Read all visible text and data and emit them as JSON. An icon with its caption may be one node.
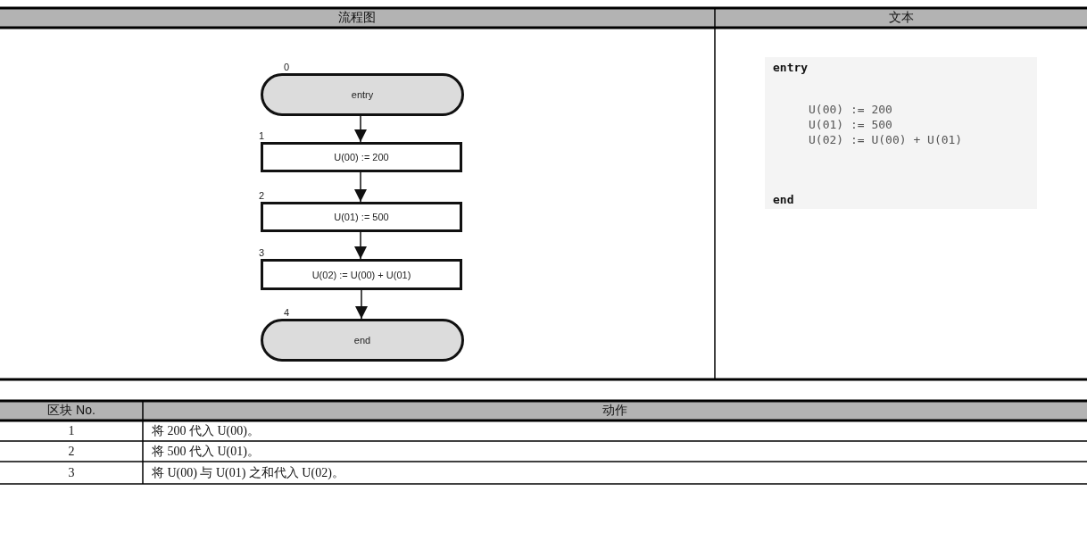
{
  "diagram": {
    "nodes": [
      {
        "text": [
          "entry"
        ],
        "beside": [
          "0"
        ]
      },
      {
        "text": [
          "U(00) := 200"
        ],
        "beside": [
          "1"
        ]
      },
      {
        "text": [
          "U(01) := 500"
        ],
        "beside": [
          "2"
        ]
      },
      {
        "text": [
          "U(02) := U(00) + U(01)"
        ],
        "beside": [
          "3"
        ]
      },
      {
        "text": [
          "end"
        ],
        "beside": [
          "4"
        ]
      }
    ],
    "edges": [
      {
        "from": 0,
        "to": 1,
        "arrow": "to"
      },
      {
        "from": 1,
        "to": 2,
        "arrow": "to"
      },
      {
        "from": 2,
        "to": 3,
        "arrow": "to"
      },
      {
        "from": 3,
        "to": 4,
        "arrow": "to"
      }
    ],
    "labels": [
      "流程图",
      "文本",
      "entry",
      "U(00) := 200",
      "U(01) := 500",
      "U(02) := U(00) + U(01)",
      "end",
      "区块 No.",
      "动作",
      "1",
      "将 200 代入 U(00)。",
      "2",
      "将 500 代入 U(01)。",
      "3",
      "将 U(00) 与 U(01) 之和代入 U(02)。"
    ]
  }
}
